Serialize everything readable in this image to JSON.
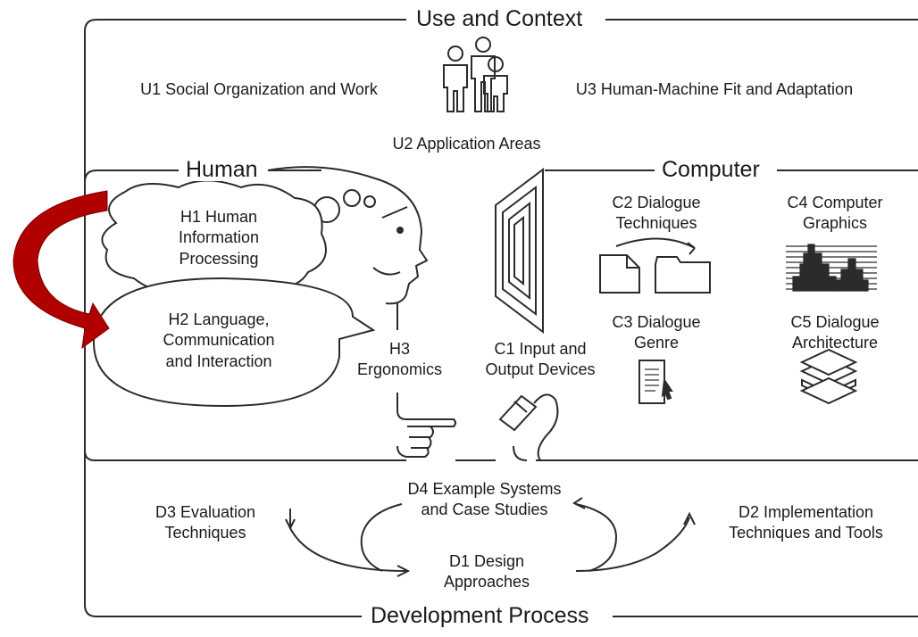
{
  "sections": {
    "use_context": "Use and Context",
    "human": "Human",
    "computer": "Computer",
    "development_process": "Development Process"
  },
  "labels": {
    "u1": "U1 Social Organization and Work",
    "u2": "U2 Application Areas",
    "u3": "U3 Human-Machine Fit and Adaptation",
    "h1": "H1 Human\nInformation\nProcessing",
    "h2": "H2 Language,\nCommunication\nand Interaction",
    "h3": "H3\nErgonomics",
    "c1": "C1 Input and\nOutput Devices",
    "c2": "C2 Dialogue\nTechniques",
    "c3": "C3 Dialogue\nGenre",
    "c4": "C4 Computer\nGraphics",
    "c5": "C5 Dialogue\nArchitecture",
    "d1": "D1 Design\nApproaches",
    "d2": "D2 Implementation\nTechniques and Tools",
    "d3": "D3 Evaluation\nTechniques",
    "d4": "D4 Example Systems\nand Case Studies"
  },
  "colors": {
    "line": "#2b2b2b",
    "accent_arrow": "#b00000",
    "background": "#ffffff"
  },
  "icons": [
    "people-icon",
    "head-profile-icon",
    "thought-bubble-icon",
    "speech-bubble-icon",
    "pointing-hand-icon",
    "monitor-icon",
    "document-icon",
    "folder-icon",
    "graphics-icon",
    "layers-icon",
    "mouse-icon",
    "red-curved-arrow-icon"
  ]
}
